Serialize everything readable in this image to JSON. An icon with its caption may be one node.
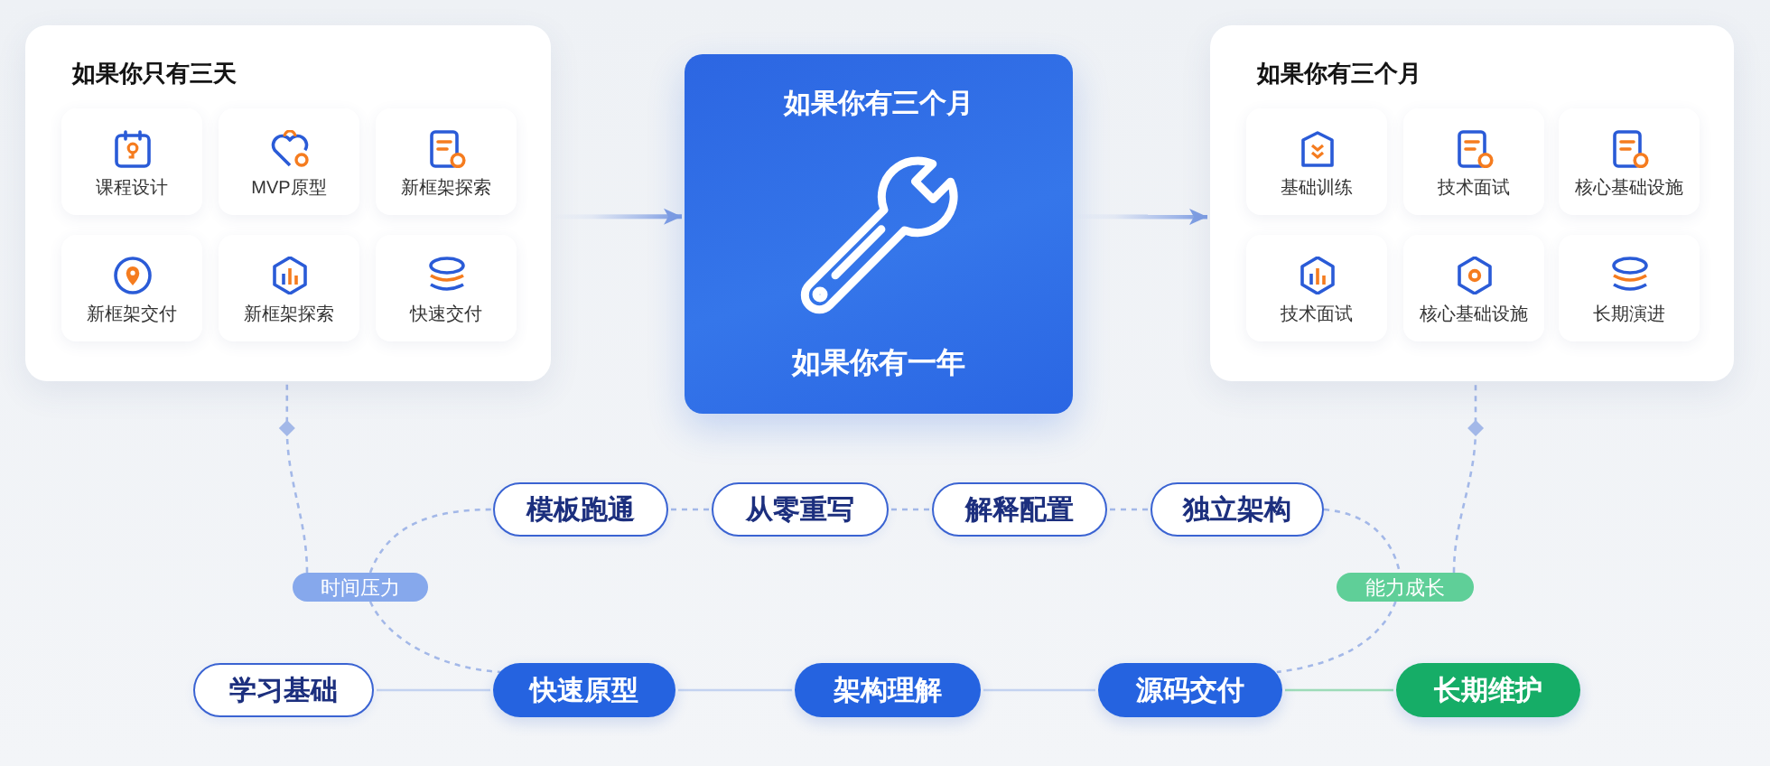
{
  "diagram": {
    "nodes": [
      {
        "text": [
          "如果你只有三天"
        ]
      },
      {
        "text": [
          "课程设计"
        ],
        "in": 0
      },
      {
        "text": [
          "MVP原型"
        ],
        "in": 0
      },
      {
        "text": [
          "新框架探索"
        ],
        "in": 0
      },
      {
        "text": [
          "新框架交付"
        ],
        "in": 0
      },
      {
        "text": [
          "新框架探索"
        ],
        "in": 0
      },
      {
        "text": [
          "快速交付"
        ],
        "in": 0
      },
      {
        "text": [
          "如果你有三个月",
          "如果你有一年"
        ]
      },
      {
        "text": [
          "如果你有三个月"
        ]
      },
      {
        "text": [
          "基础训练"
        ],
        "in": 8
      },
      {
        "text": [
          "技术面试"
        ],
        "in": 8
      },
      {
        "text": [
          "核心基础设施"
        ],
        "in": 8
      },
      {
        "text": [
          "技术面试"
        ],
        "in": 8
      },
      {
        "text": [
          "核心基础设施"
        ],
        "in": 8
      },
      {
        "text": [
          "长期演进"
        ],
        "in": 8
      },
      {
        "text": [
          "模板跑通"
        ]
      },
      {
        "text": [
          "从零重写"
        ]
      },
      {
        "text": [
          "解释配置"
        ]
      },
      {
        "text": [
          "独立架构"
        ]
      },
      {
        "text": [
          "时间压力"
        ]
      },
      {
        "text": [
          "能力成长"
        ]
      },
      {
        "text": [
          "学习基础"
        ]
      },
      {
        "text": [
          "快速原型"
        ]
      },
      {
        "text": [
          "架构理解"
        ]
      },
      {
        "text": [
          "源码交付"
        ]
      },
      {
        "text": [
          "长期维护"
        ]
      }
    ],
    "edges": [
      {
        "from": 0,
        "to": 7,
        "arrow": "to"
      },
      {
        "from": 7,
        "to": 8,
        "arrow": "to"
      },
      {
        "from": 19,
        "to": 0,
        "arrow": "none",
        "style": "dashed"
      },
      {
        "from": 19,
        "to": 15,
        "arrow": "none",
        "style": "dashed"
      },
      {
        "from": 15,
        "to": 16,
        "arrow": "none",
        "style": "dashed"
      },
      {
        "from": 16,
        "to": 17,
        "arrow": "none",
        "style": "dashed"
      },
      {
        "from": 17,
        "to": 18,
        "arrow": "none",
        "style": "dashed"
      },
      {
        "from": 18,
        "to": 20,
        "arrow": "none",
        "style": "dashed"
      },
      {
        "from": 20,
        "to": 8,
        "arrow": "none",
        "style": "dashed"
      },
      {
        "from": 19,
        "to": 22,
        "arrow": "none",
        "style": "dashed"
      },
      {
        "from": 20,
        "to": 24,
        "arrow": "none",
        "style": "dashed"
      },
      {
        "from": 21,
        "to": 22,
        "arrow": "none"
      },
      {
        "from": 22,
        "to": 23,
        "arrow": "none"
      },
      {
        "from": 23,
        "to": 24,
        "arrow": "none"
      },
      {
        "from": 24,
        "to": 25,
        "arrow": "none",
        "color": "#9ddbb8"
      }
    ]
  }
}
